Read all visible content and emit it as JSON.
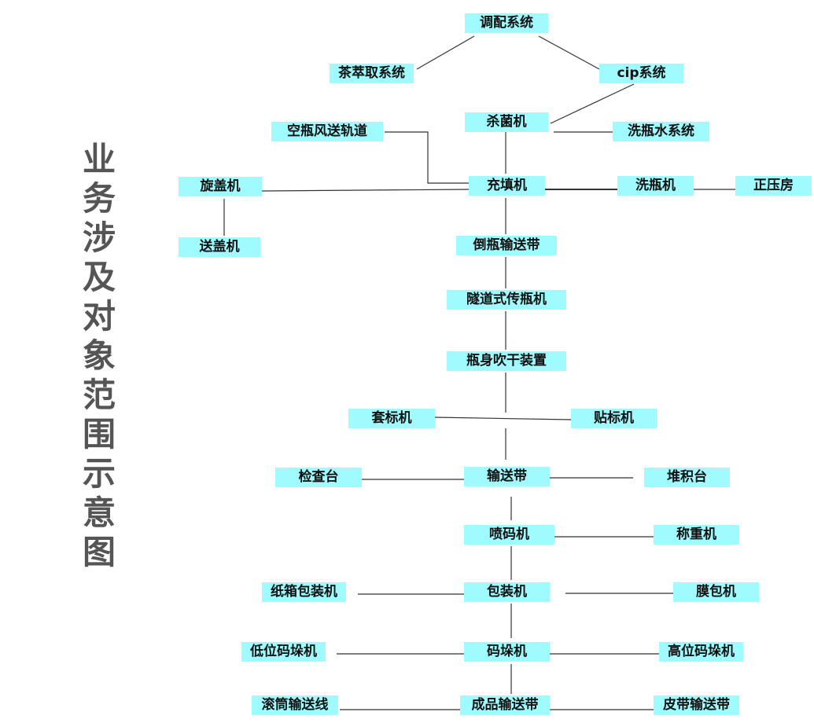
{
  "title": "业务涉及对象范围示意图",
  "nodes": {
    "tiaopei": "调配系统",
    "chacuiqu": "茶萃取系统",
    "cip": "cip系统",
    "shajun": "杀菌机",
    "kongping": "空瓶风送轨道",
    "xipingshui": "洗瓶水系统",
    "xuangai": "旋盖机",
    "chongtian": "充填机",
    "xiping": "洗瓶机",
    "zhengya": "正压房",
    "songgai": "送盖机",
    "daoping": "倒瓶输送带",
    "suidao": "隧道式传瓶机",
    "chuigan": "瓶身吹干装置",
    "taobiao": "套标机",
    "tiebiao": "贴标机",
    "jiancha": "检查台",
    "shusong": "输送带",
    "duiji": "堆积台",
    "penma": "喷码机",
    "chengzhong": "称重机",
    "zhixiang": "纸箱包装机",
    "baozhuang": "包装机",
    "mobao": "膜包机",
    "diwei": "低位码垛机",
    "maduo": "码垛机",
    "gaowei": "高位码垛机",
    "guntong": "滚筒输送线",
    "chengpin": "成品输送带",
    "pidai": "皮带输送带"
  },
  "colors": {
    "node": "#9ffbff",
    "line": "#333333",
    "title": "#555555"
  }
}
